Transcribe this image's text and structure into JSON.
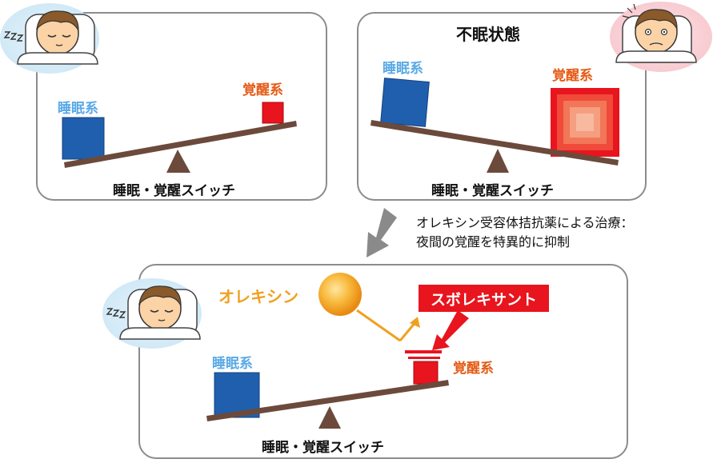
{
  "panel_normal": {
    "sleep_system": "睡眠系",
    "wake_system": "覚醒系",
    "switch": "睡眠・覚醒スイッチ"
  },
  "panel_insomnia": {
    "title": "不眠状態",
    "sleep_system": "睡眠系",
    "wake_system": "覚醒系",
    "switch": "睡眠・覚醒スイッチ"
  },
  "treatment_note": {
    "line1": "オレキシン受容体拮抗薬による治療：",
    "line2": "夜間の覚醒を特異的に抑制"
  },
  "panel_treatment": {
    "orexin": "オレキシン",
    "suvorexant": "スボレキサント",
    "sleep_system": "睡眠系",
    "wake_system": "覚醒系",
    "switch": "睡眠・覚醒スイッチ"
  },
  "colors": {
    "sleep_block": "#1f5fae",
    "wake_block": "#e8141e",
    "beam": "#6b4a3c",
    "fulcrum": "#6b4a3c",
    "orexin_sun": "#f5a623",
    "arrow_gray": "#8a8a8a"
  },
  "icons": [
    "sleeping-boy-icon",
    "worried-boy-icon",
    "zzz-icon",
    "orexin-sun-icon",
    "down-arrow-icon"
  ]
}
